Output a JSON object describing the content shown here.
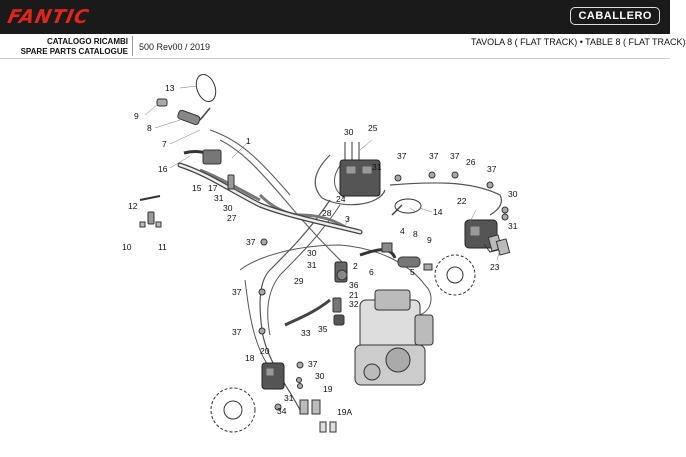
{
  "header": {
    "brand": "FANTIC",
    "model_logo": "CABALLERO",
    "catalog_it": "CATALOGO RICAMBI",
    "catalog_en": "SPARE PARTS CATALOGUE",
    "version": "500 Rev00 / 2019",
    "table_title": "TAVOLA 8 ( FLAT TRACK) • TABLE 8 ( FLAT TRACK)"
  },
  "colors": {
    "brand_red": "#e1251b",
    "topbar": "#1a1a1a"
  },
  "diagram": {
    "callouts": [
      "1",
      "3",
      "4",
      "5",
      "6",
      "7",
      "8",
      "9",
      "10",
      "11",
      "12",
      "13",
      "14",
      "15",
      "16",
      "17",
      "18",
      "19",
      "19A",
      "20",
      "21",
      "22",
      "23",
      "24",
      "25",
      "26",
      "27",
      "28",
      "29",
      "30",
      "31",
      "32",
      "33",
      "34",
      "35",
      "36",
      "37"
    ],
    "labels": [
      {
        "text": "13"
      },
      {
        "text": "9"
      },
      {
        "text": "8"
      },
      {
        "text": "7"
      },
      {
        "text": "1"
      },
      {
        "text": "16"
      },
      {
        "text": "15"
      },
      {
        "text": "17"
      },
      {
        "text": "31"
      },
      {
        "text": "30"
      },
      {
        "text": "27"
      },
      {
        "text": "12"
      },
      {
        "text": "10"
      },
      {
        "text": "11"
      },
      {
        "text": "30"
      },
      {
        "text": "25"
      },
      {
        "text": "31"
      },
      {
        "text": "24"
      },
      {
        "text": "28"
      },
      {
        "text": "3"
      },
      {
        "text": "37"
      },
      {
        "text": "37"
      },
      {
        "text": "37"
      },
      {
        "text": "26"
      },
      {
        "text": "37"
      },
      {
        "text": "30"
      },
      {
        "text": "14"
      },
      {
        "text": "22"
      },
      {
        "text": "31"
      },
      {
        "text": "23"
      },
      {
        "text": "37"
      },
      {
        "text": "30"
      },
      {
        "text": "31"
      },
      {
        "text": "2"
      },
      {
        "text": "4"
      },
      {
        "text": "8"
      },
      {
        "text": "9"
      },
      {
        "text": "6"
      },
      {
        "text": "5"
      },
      {
        "text": "29"
      },
      {
        "text": "36"
      },
      {
        "text": "21"
      },
      {
        "text": "32"
      },
      {
        "text": "37"
      },
      {
        "text": "33"
      },
      {
        "text": "35"
      },
      {
        "text": "37"
      },
      {
        "text": "18"
      },
      {
        "text": "20"
      },
      {
        "text": "37"
      },
      {
        "text": "30"
      },
      {
        "text": "31"
      },
      {
        "text": "19"
      },
      {
        "text": "34"
      },
      {
        "text": "19A"
      }
    ]
  }
}
